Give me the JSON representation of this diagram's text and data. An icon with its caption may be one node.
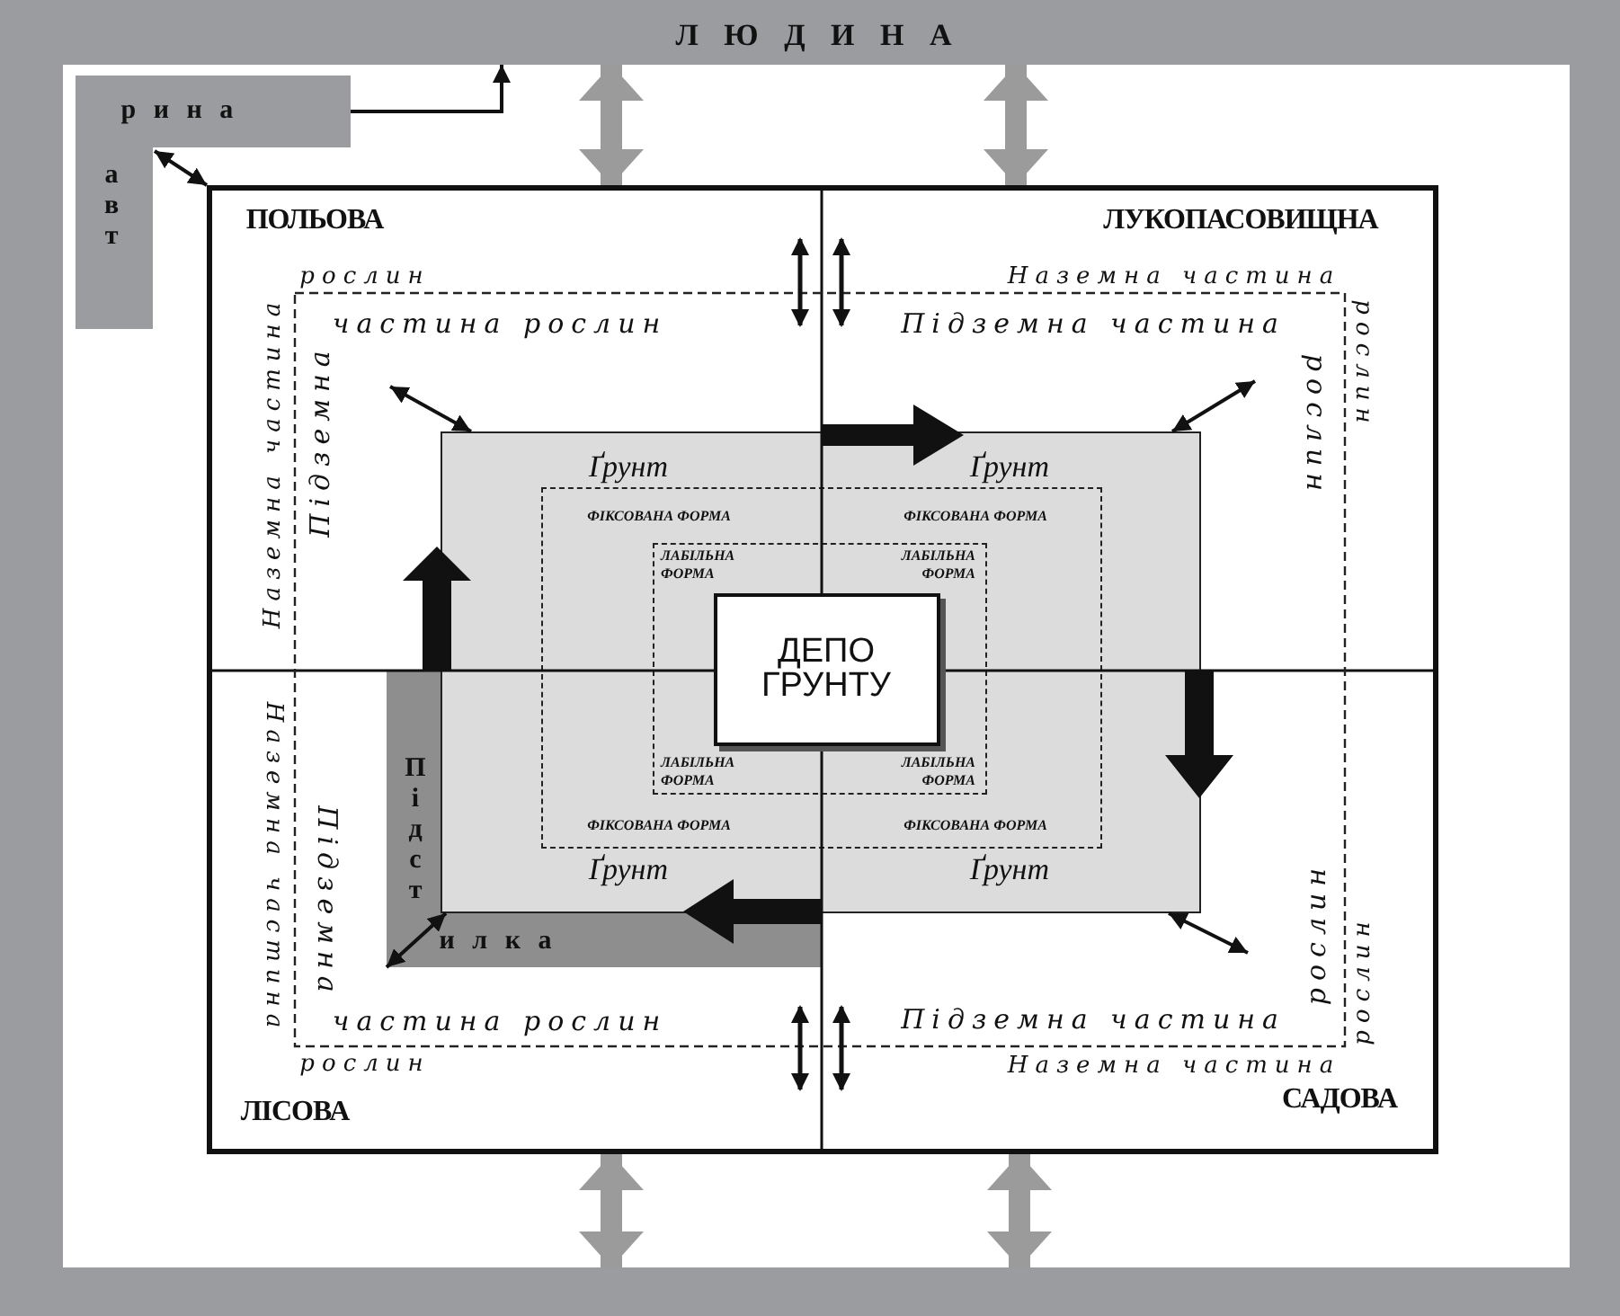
{
  "diagram": {
    "nodes": [
      {
        "text": [
          "Л Ю Д И Н А"
        ]
      },
      {
        "text": [
          "р и н а",
          "а в т"
        ]
      },
      {
        "text": [],
        "shape": "box"
      },
      {
        "text": [
          "ПОЛЬОВА"
        ],
        "in": 2
      },
      {
        "text": [
          "ЛУКОПАСОВИЩНА"
        ],
        "in": 2
      },
      {
        "text": [
          "ЛІСОВА"
        ],
        "in": 2
      },
      {
        "text": [
          "САДОВА"
        ],
        "in": 2
      },
      {
        "text": [
          "Ґрунт",
          "Ґрунт",
          "Ґрунт",
          "Ґрунт"
        ],
        "in": 2
      },
      {
        "text": [
          "ФІКСОВАНА ФОРМА",
          "ФІКСОВАНА ФОРМА",
          "ФІКСОВАНА ФОРМА",
          "ФІКСОВАНА ФОРМА"
        ],
        "in": 7
      },
      {
        "text": [
          "ЛАБІЛЬНА ФОРМА",
          "ЛАБІЛЬНА ФОРМА",
          "ЛАБІЛЬНА ФОРМА",
          "ЛАБІЛЬНА ФОРМА"
        ],
        "in": 8
      },
      {
        "text": [
          "ДЕПО ГРУНТУ"
        ],
        "in": 9
      },
      {
        "text": [
          "П і д с т",
          "и л к а"
        ],
        "in": 2
      },
      {
        "text": [],
        "shape": "bar"
      }
    ],
    "edges": [
      {
        "from": 1,
        "to": 0,
        "arrow": "to"
      },
      {
        "from": 1,
        "to": 2,
        "arrow": "both"
      },
      {
        "from": 2,
        "to": 0,
        "arrow": "both",
        "style": "thick",
        "color": "#9b9b9b"
      },
      {
        "from": 2,
        "to": 0,
        "arrow": "both",
        "style": "thick",
        "color": "#9b9b9b"
      },
      {
        "from": 2,
        "to": 12,
        "arrow": "both",
        "style": "thick",
        "color": "#9b9b9b"
      },
      {
        "from": 2,
        "to": 12,
        "arrow": "both",
        "style": "thick",
        "color": "#9b9b9b"
      },
      {
        "from": null,
        "to": 7,
        "arrow": "both"
      },
      {
        "from": null,
        "to": 7,
        "arrow": "both"
      },
      {
        "from": null,
        "to": 7,
        "arrow": "both"
      },
      {
        "from": 11,
        "to": 7,
        "arrow": "both"
      }
    ],
    "labels": [
      "рослин",
      "Наземна частина",
      "частина рослин",
      "Підземна частина",
      "Наземна частина",
      "Підземна",
      "рослин",
      "рослин",
      "Наземна частина",
      "Підземна",
      "рослин",
      "рослин",
      "частина рослин",
      "Підземна частина",
      "рослин",
      "Наземна частина"
    ]
  }
}
